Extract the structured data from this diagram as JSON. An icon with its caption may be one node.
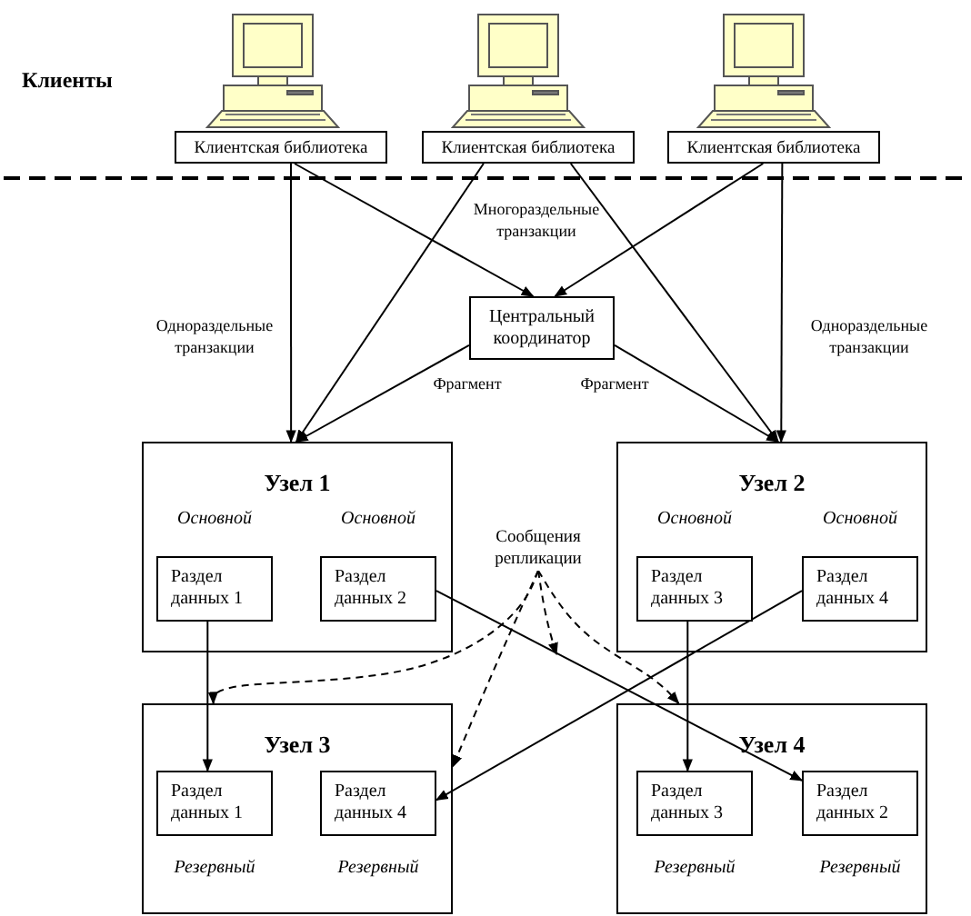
{
  "diagram": {
    "nodes": [
      {
        "text": [
          "Клиентская библиотека"
        ]
      },
      {
        "text": [
          "Клиентская библиотека"
        ]
      },
      {
        "text": [
          "Клиентская библиотека"
        ]
      },
      {
        "text": [
          "Центральный координатор"
        ]
      },
      {
        "text": [
          "Узел 1"
        ]
      },
      {
        "text": [
          "Раздел данных 1"
        ],
        "in": 4,
        "beside": [
          "Основной"
        ]
      },
      {
        "text": [
          "Раздел данных 2"
        ],
        "in": 4,
        "beside": [
          "Основной"
        ]
      },
      {
        "text": [
          "Узел 2"
        ]
      },
      {
        "text": [
          "Раздел данных 3"
        ],
        "in": 7,
        "beside": [
          "Основной"
        ]
      },
      {
        "text": [
          "Раздел данных 4"
        ],
        "in": 7,
        "beside": [
          "Основной"
        ]
      },
      {
        "text": [
          "Узел 3"
        ]
      },
      {
        "text": [
          "Раздел данных 1"
        ],
        "in": 10,
        "beside": [
          "Резервный"
        ]
      },
      {
        "text": [
          "Раздел данных 4"
        ],
        "in": 10,
        "beside": [
          "Резервный"
        ]
      },
      {
        "text": [
          "Узел 4"
        ]
      },
      {
        "text": [
          "Раздел данных 3"
        ],
        "in": 13,
        "beside": [
          "Резервный"
        ]
      },
      {
        "text": [
          "Раздел данных 2"
        ],
        "in": 13,
        "beside": [
          "Резервный"
        ]
      },
      {
        "text": [
          "Сообщения репликации"
        ]
      }
    ],
    "edges": [
      {
        "from": 0,
        "to": 4,
        "arrow": "to",
        "label": "Однораздельные транзакции"
      },
      {
        "from": 0,
        "to": 3,
        "arrow": "to"
      },
      {
        "from": 1,
        "to": 4,
        "arrow": "to"
      },
      {
        "from": 1,
        "to": 7,
        "arrow": "to"
      },
      {
        "from": 2,
        "to": 3,
        "arrow": "to"
      },
      {
        "from": 2,
        "to": 7,
        "arrow": "to",
        "label": "Однораздельные транзакции"
      },
      {
        "from": 3,
        "to": 4,
        "arrow": "to",
        "label": "Фрагмент"
      },
      {
        "from": 3,
        "to": 7,
        "arrow": "to",
        "label": "Фрагмент"
      },
      {
        "from": 5,
        "to": 11,
        "arrow": "to"
      },
      {
        "from": 6,
        "to": 15,
        "arrow": "to"
      },
      {
        "from": 8,
        "to": 14,
        "arrow": "to"
      },
      {
        "from": 9,
        "to": 12,
        "arrow": "to"
      },
      {
        "from": 16,
        "to": 10,
        "arrow": "to",
        "style": "dashed"
      },
      {
        "from": 16,
        "to": null,
        "arrow": "to",
        "style": "dashed"
      },
      {
        "from": 16,
        "to": 10,
        "arrow": "to",
        "style": "dashed"
      },
      {
        "from": 16,
        "to": 13,
        "arrow": "to",
        "style": "dashed"
      }
    ],
    "labels": [
      "Клиенты",
      "Многораздельные транзакции"
    ]
  }
}
